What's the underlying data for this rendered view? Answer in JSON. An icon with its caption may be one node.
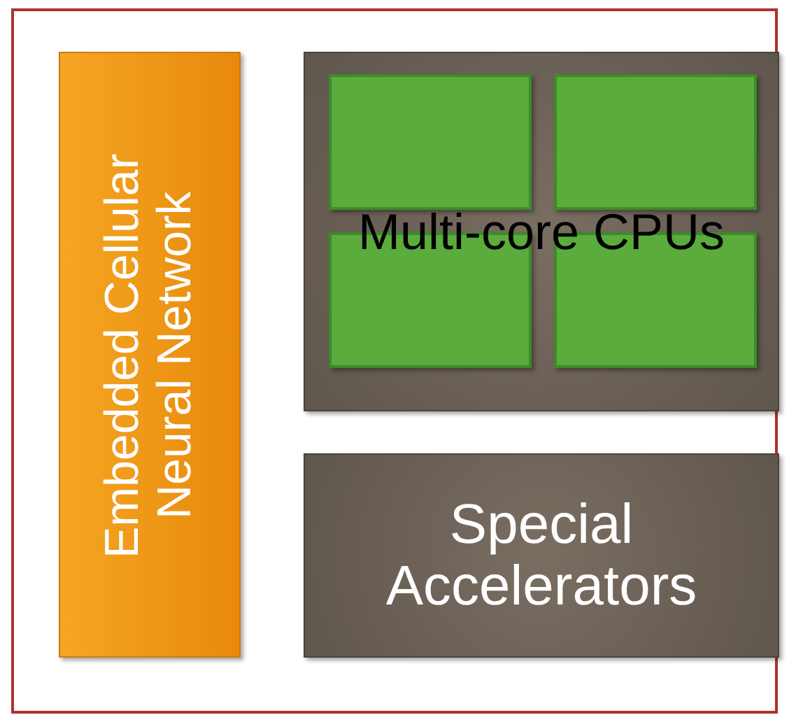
{
  "diagram": {
    "nodes": [
      {
        "text": [],
        "shape": "box"
      },
      {
        "text": [
          "Embedded Cellular Neural Network"
        ],
        "in": 0
      },
      {
        "text": [
          "Multi-core CPUs"
        ],
        "in": 0
      },
      {
        "text": [],
        "shape": "box",
        "in": 2
      },
      {
        "text": [],
        "shape": "box",
        "in": 2
      },
      {
        "text": [],
        "shape": "box",
        "in": 2
      },
      {
        "text": [],
        "shape": "box",
        "in": 2
      },
      {
        "text": [
          "Special Accelerators"
        ],
        "in": 0
      }
    ],
    "edges": []
  }
}
